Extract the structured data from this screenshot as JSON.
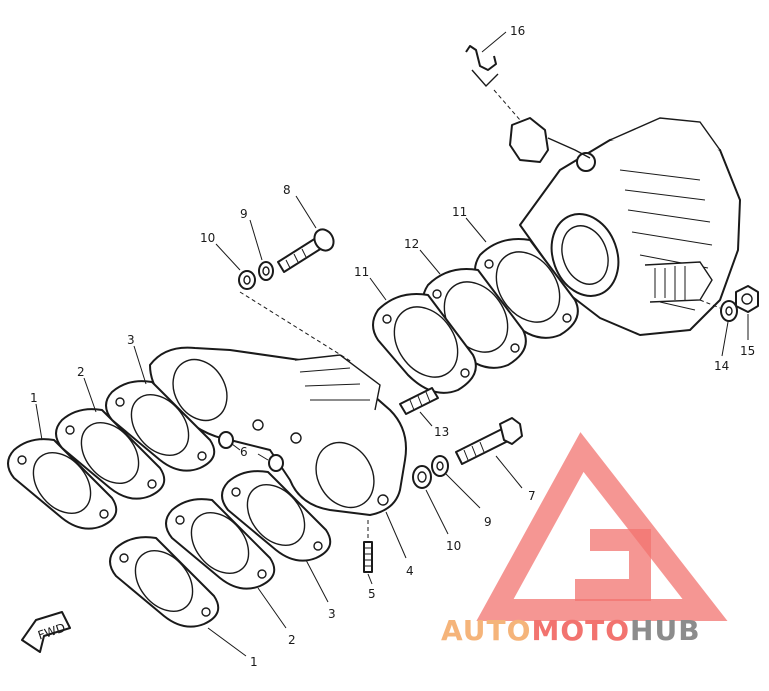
{
  "callouts": [
    {
      "id": "c16",
      "text": "16"
    },
    {
      "id": "c8",
      "text": "8"
    },
    {
      "id": "c9a",
      "text": "9"
    },
    {
      "id": "c10a",
      "text": "10"
    },
    {
      "id": "c11a",
      "text": "11"
    },
    {
      "id": "c12",
      "text": "12"
    },
    {
      "id": "c11b",
      "text": "11"
    },
    {
      "id": "c3a",
      "text": "3"
    },
    {
      "id": "c2a",
      "text": "2"
    },
    {
      "id": "c1a",
      "text": "1"
    },
    {
      "id": "c6",
      "text": "6"
    },
    {
      "id": "c13",
      "text": "13"
    },
    {
      "id": "c14",
      "text": "14"
    },
    {
      "id": "c15",
      "text": "15"
    },
    {
      "id": "c7",
      "text": "7"
    },
    {
      "id": "c9b",
      "text": "9"
    },
    {
      "id": "c10b",
      "text": "10"
    },
    {
      "id": "c4",
      "text": "4"
    },
    {
      "id": "c5",
      "text": "5"
    },
    {
      "id": "c3b",
      "text": "3"
    },
    {
      "id": "c2b",
      "text": "2"
    },
    {
      "id": "c1b",
      "text": "1"
    }
  ],
  "fwd_marker": {
    "text": "FWD"
  },
  "watermark": {
    "part1": "AUTO",
    "part2": "MOTO",
    "part3": "HUB",
    "color1": "#f5b47a",
    "color2": "#f2736f",
    "color3": "#8c8c8c"
  }
}
